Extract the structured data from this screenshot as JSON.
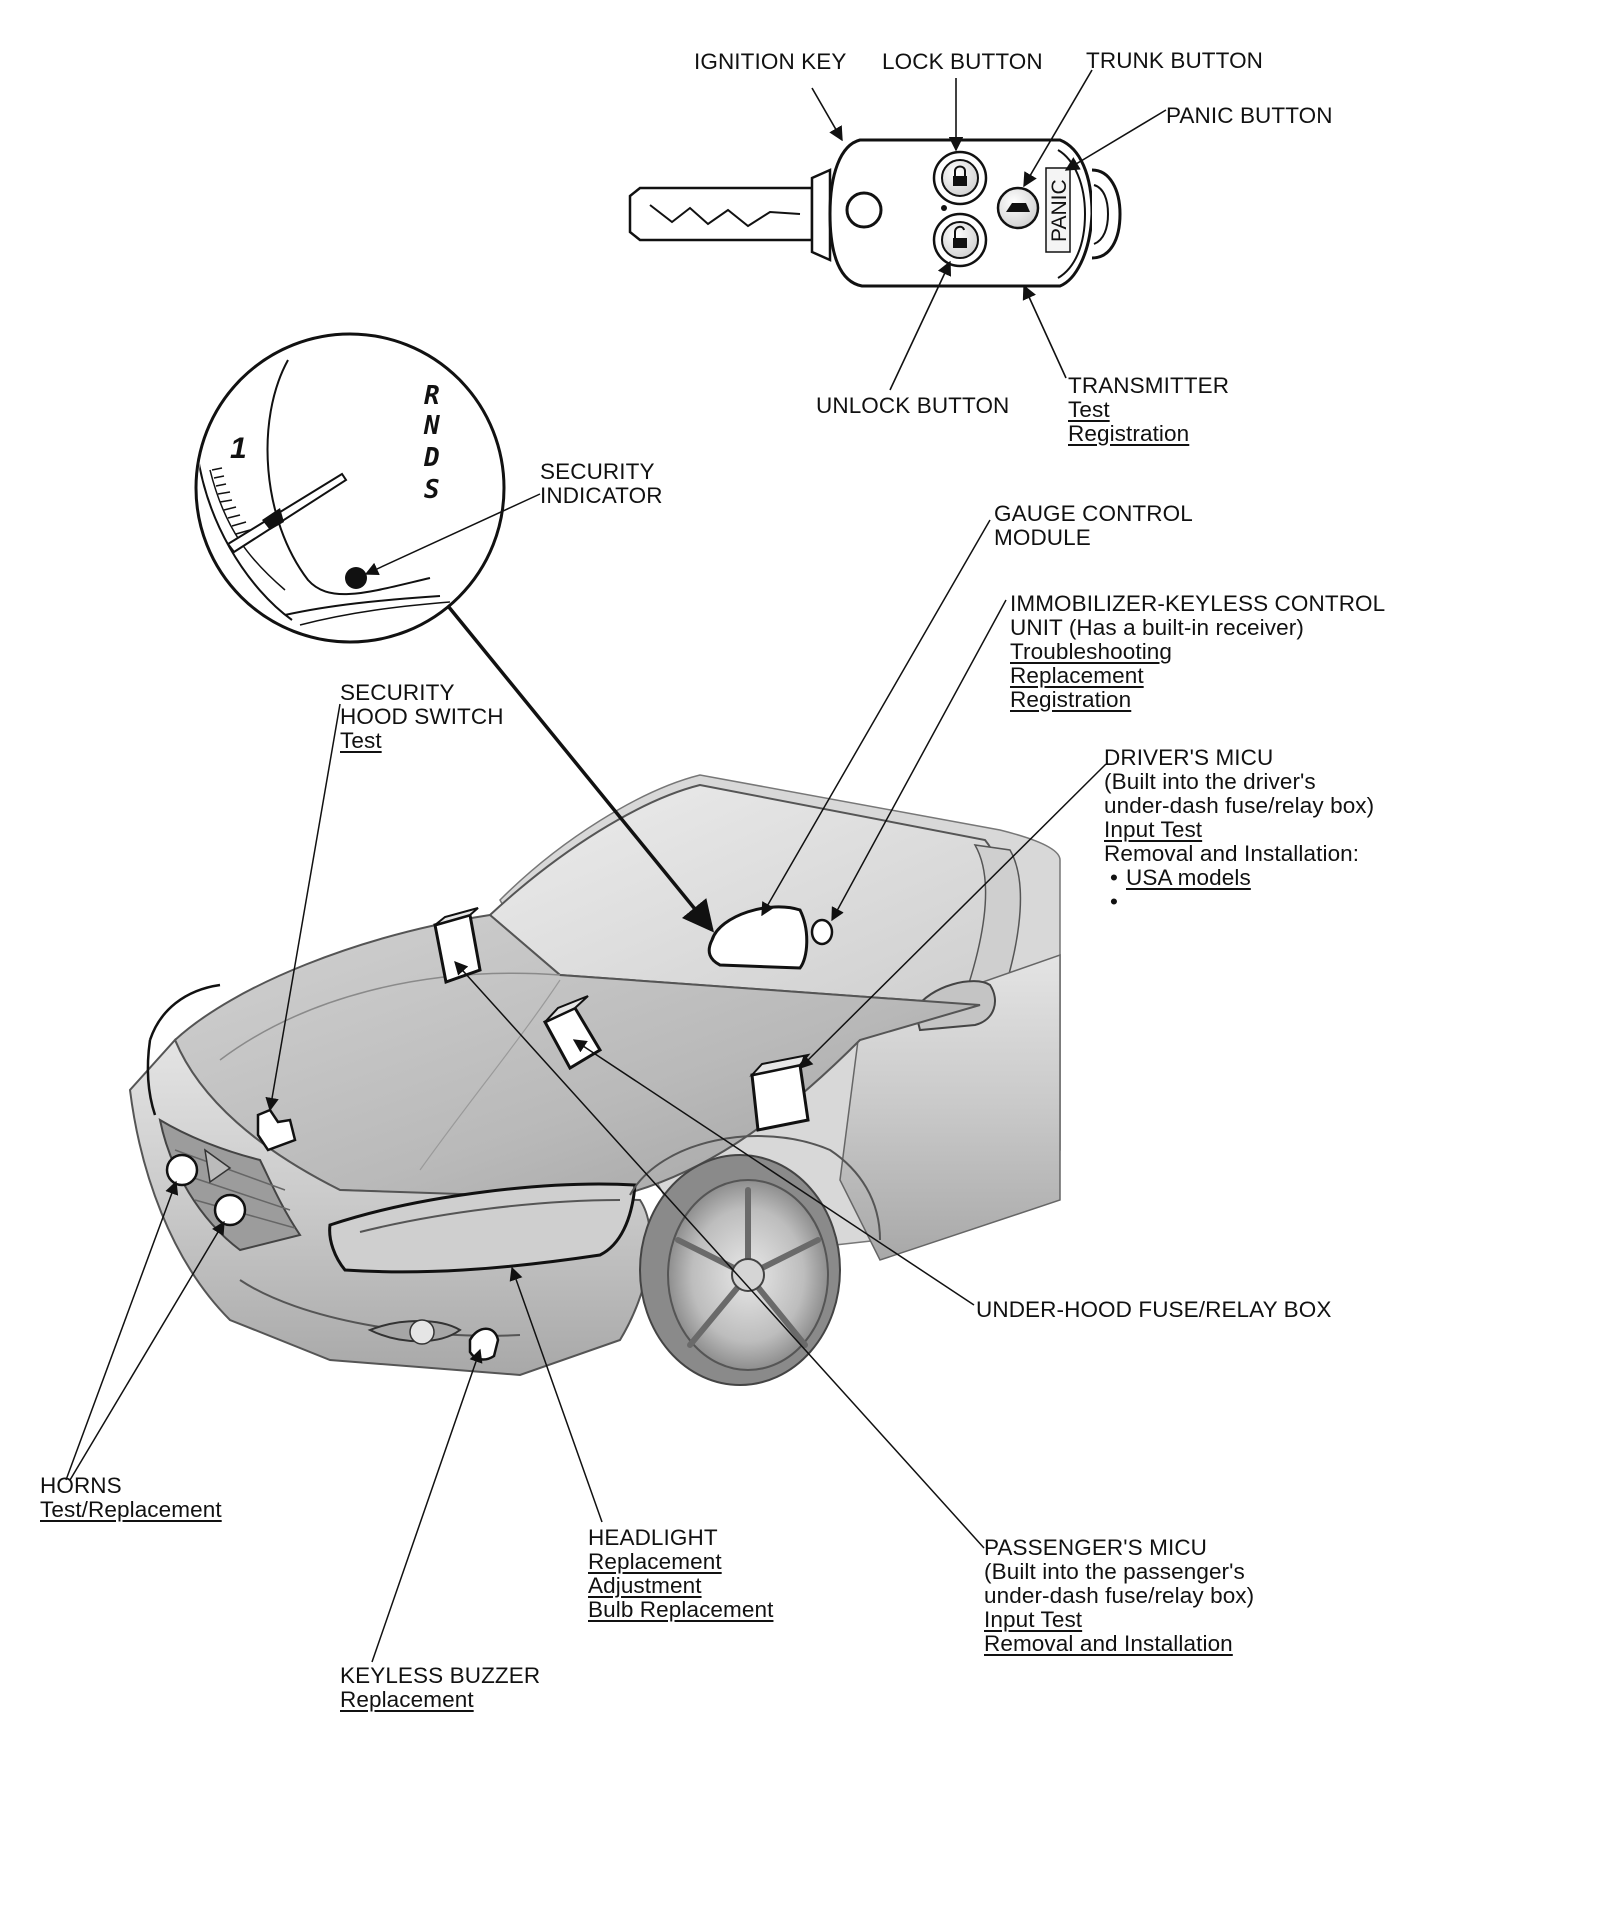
{
  "key_fob": {
    "ignition_key": "IGNITION KEY",
    "lock_button": "LOCK BUTTON",
    "trunk_button": "TRUNK BUTTON",
    "panic_button": "PANIC BUTTON",
    "unlock_button": "UNLOCK BUTTON",
    "panic_text": "PANIC",
    "transmitter": {
      "title": "TRANSMITTER",
      "links": [
        "Test",
        "Registration"
      ]
    }
  },
  "gauge_inset": {
    "shift_letters": [
      "R",
      "N",
      "D",
      "S"
    ],
    "gauge_number": "1",
    "security_indicator": [
      "SECURITY",
      "INDICATOR"
    ]
  },
  "callouts": {
    "gauge_control_module": [
      "GAUGE CONTROL",
      "MODULE"
    ],
    "immobilizer": {
      "lines": [
        "IMMOBILIZER-KEYLESS CONTROL",
        "UNIT (Has a built-in receiver)"
      ],
      "links": [
        "Troubleshooting",
        "Replacement",
        "Registration"
      ]
    },
    "security_hood_switch": {
      "lines": [
        "SECURITY",
        "HOOD SWITCH"
      ],
      "links": [
        "Test"
      ]
    },
    "drivers_micu": {
      "lines": [
        "DRIVER'S MICU",
        "(Built into the driver's",
        "under-dash fuse/relay box)"
      ],
      "links": [
        "Input Test"
      ],
      "removal_text": "Removal and Installation:",
      "bullets": [
        "USA models",
        ""
      ]
    },
    "under_hood_fuse": "UNDER-HOOD FUSE/RELAY BOX",
    "horns": {
      "title": "HORNS",
      "links": [
        "Test/Replacement"
      ]
    },
    "headlight": {
      "title": "HEADLIGHT",
      "links": [
        "Replacement",
        "Adjustment",
        "Bulb Replacement"
      ]
    },
    "passengers_micu": {
      "lines": [
        "PASSENGER'S MICU",
        "(Built into the passenger's",
        "under-dash fuse/relay box)"
      ],
      "links": [
        "Input Test",
        "Removal and Installation"
      ]
    },
    "keyless_buzzer": {
      "title": "KEYLESS BUZZER",
      "links": [
        "Replacement"
      ]
    }
  }
}
